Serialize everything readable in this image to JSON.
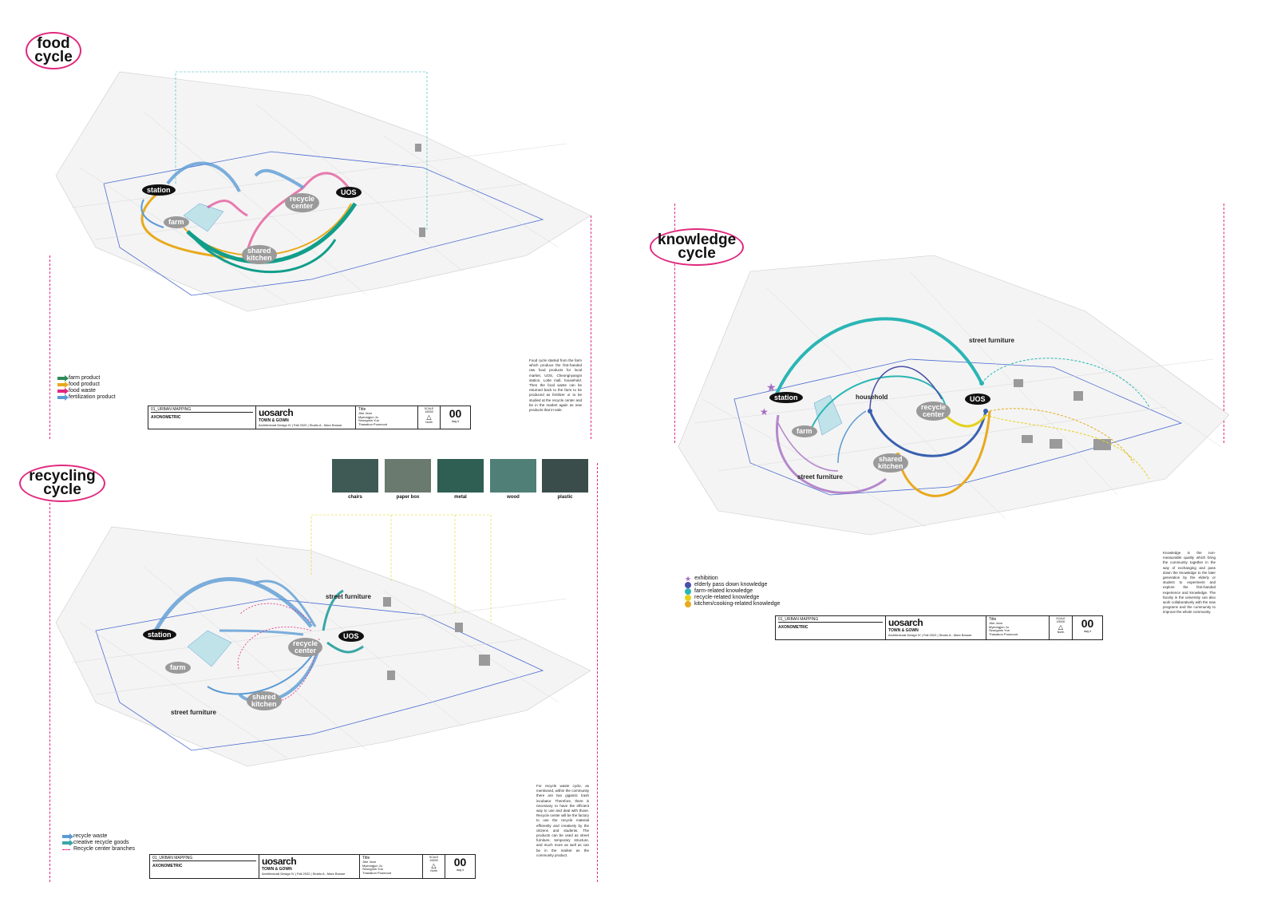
{
  "panels": {
    "food": {
      "title_line1": "food",
      "title_line2": "cycle",
      "nodes": {
        "station": "station",
        "farm": "farm",
        "shared_kitchen_1": "shared",
        "shared_kitchen_2": "kitchen",
        "recycle_center_1": "recycle",
        "recycle_center_2": "center",
        "uos": "UOS"
      },
      "legend": [
        {
          "label": "farm product",
          "color": "#2e8b57"
        },
        {
          "label": "food product",
          "color": "#e8a91c"
        },
        {
          "label": "food waste",
          "color": "#e0287e"
        },
        {
          "label": "fertilization product",
          "color": "#5b9bd5"
        }
      ],
      "description": "Food cycle started from the farm which produce the first-handed raw food products for local market, UOS, Cheongnyangni station, Lotte mall, household. Then the food waste can be returned back to the farm to be produced as fertilizer or to be studied at the recycle center and be in the market again as new products that in-sale.",
      "titleblock": {
        "project": "01_URBAN MAPPING",
        "drawing": "AXONOMETRIC",
        "logo": "uosarch",
        "course_1": "TOWN & GOWN",
        "course_2": "Architectural Design IV | Fall 2022 | Studio A - Marc Brosse",
        "title_label": "Title",
        "names": "Jihe Jeon\nMyeongjun Ju\nSeungmin Yun\nThanakon Poonnoot",
        "scale_label": "SCALE 1/5000",
        "north_label": "North",
        "sheet": "00",
        "dwg_label": "dwg #"
      }
    },
    "recycling": {
      "title_line1": "recycling",
      "title_line2": "cycle",
      "photos": [
        {
          "caption": "chairs",
          "color": "#3f5a55"
        },
        {
          "caption": "paper box",
          "color": "#6b7a6e"
        },
        {
          "caption": "metal",
          "color": "#2f5e52"
        },
        {
          "caption": "wood",
          "color": "#4f7f76"
        },
        {
          "caption": "plastic",
          "color": "#3a4d4a"
        }
      ],
      "nodes": {
        "station": "station",
        "farm": "farm",
        "shared_kitchen_1": "shared",
        "shared_kitchen_2": "kitchen",
        "recycle_center_1": "recycle",
        "recycle_center_2": "center",
        "uos": "UOS",
        "street_furniture_top": "street furniture",
        "street_furniture_bottom": "street furniture"
      },
      "legend": [
        {
          "label": "recycle waste",
          "color": "#5b9bd5"
        },
        {
          "label": "creative recycle goods",
          "color": "#3aa6a6"
        },
        {
          "label": "Recycle center branches",
          "color": "#e0287e"
        }
      ],
      "description": "For recycle waste cycle, as mentioned, within the community there are two gigantic trash incubator. Therefore, there is necessary to have the efficient way to use and deal with those. Recycle center will be the factory to use the recycle material efficiently and creatively by the citizens and students. The products can be used as street furniture, temporary structure, and much more as well as can be in the market as the community product.",
      "titleblock": {
        "project": "01_URBAN MAPPING",
        "drawing": "AXONOMETRIC",
        "logo": "uosarch",
        "course_1": "TOWN & GOWN",
        "course_2": "Architectural Design IV | Fall 2022 | Studio A - Marc Brosse",
        "title_label": "Title",
        "names": "Jihe Jeon\nMyeongjun Ju\nSeungmin Yun\nThanakon Poonnoot",
        "scale_label": "SCALE 1/5000",
        "north_label": "North",
        "sheet": "00",
        "dwg_label": "dwg #"
      }
    },
    "knowledge": {
      "title_line1": "knowledge",
      "title_line2": "cycle",
      "nodes": {
        "station": "station",
        "farm": "farm",
        "household": "household",
        "shared_kitchen_1": "shared",
        "shared_kitchen_2": "kitchen",
        "recycle_center_1": "recycle",
        "recycle_center_2": "center",
        "uos": "UOS",
        "street_furniture_top": "street furniture",
        "street_furniture_bottom": "street furniture"
      },
      "legend": [
        {
          "label": "exhibition",
          "color": "#a56cc1",
          "shape": "star"
        },
        {
          "label": "elderly pass down knowledge",
          "color": "#4a4fa8"
        },
        {
          "label": "farm-related knowledge",
          "color": "#2bb5b5"
        },
        {
          "label": "recycle-related knowledge",
          "color": "#e3d21b"
        },
        {
          "label": "kitchen/cooking-related knowledge",
          "color": "#e8a91c"
        }
      ],
      "description": "Knowledge is the non-measurable quality which bring the community together in the way of exchanging and pass down the knowledge to the later generation by the elderly or student to experiment and explore the first-handed experience and knowledge. The faculty in the university can also work collaboratively with the new programs and the community to improve the whole community.",
      "titleblock": {
        "project": "01_URBAN MAPPING",
        "drawing": "AXONOMETRIC",
        "logo": "uosarch",
        "course_1": "TOWN & GOWN",
        "course_2": "Architectural Design IV | Fall 2022 | Studio A - Marc Brosse",
        "title_label": "Title",
        "names": "Jihe Jeon\nMyeongjun Ju\nSeungmin Yun\nThanakon Poonnoot",
        "scale_label": "SCALE 1/5000",
        "north_label": "North",
        "sheet": "00",
        "dwg_label": "dwg #"
      }
    }
  },
  "colors": {
    "accent_pink": "#e0287e",
    "teal": "#119e8a",
    "blue": "#5b9bd5",
    "orange": "#e8a91c",
    "purple": "#a56cc1",
    "dark_blue": "#3960b0",
    "grey_building": "#9a9a9a"
  }
}
